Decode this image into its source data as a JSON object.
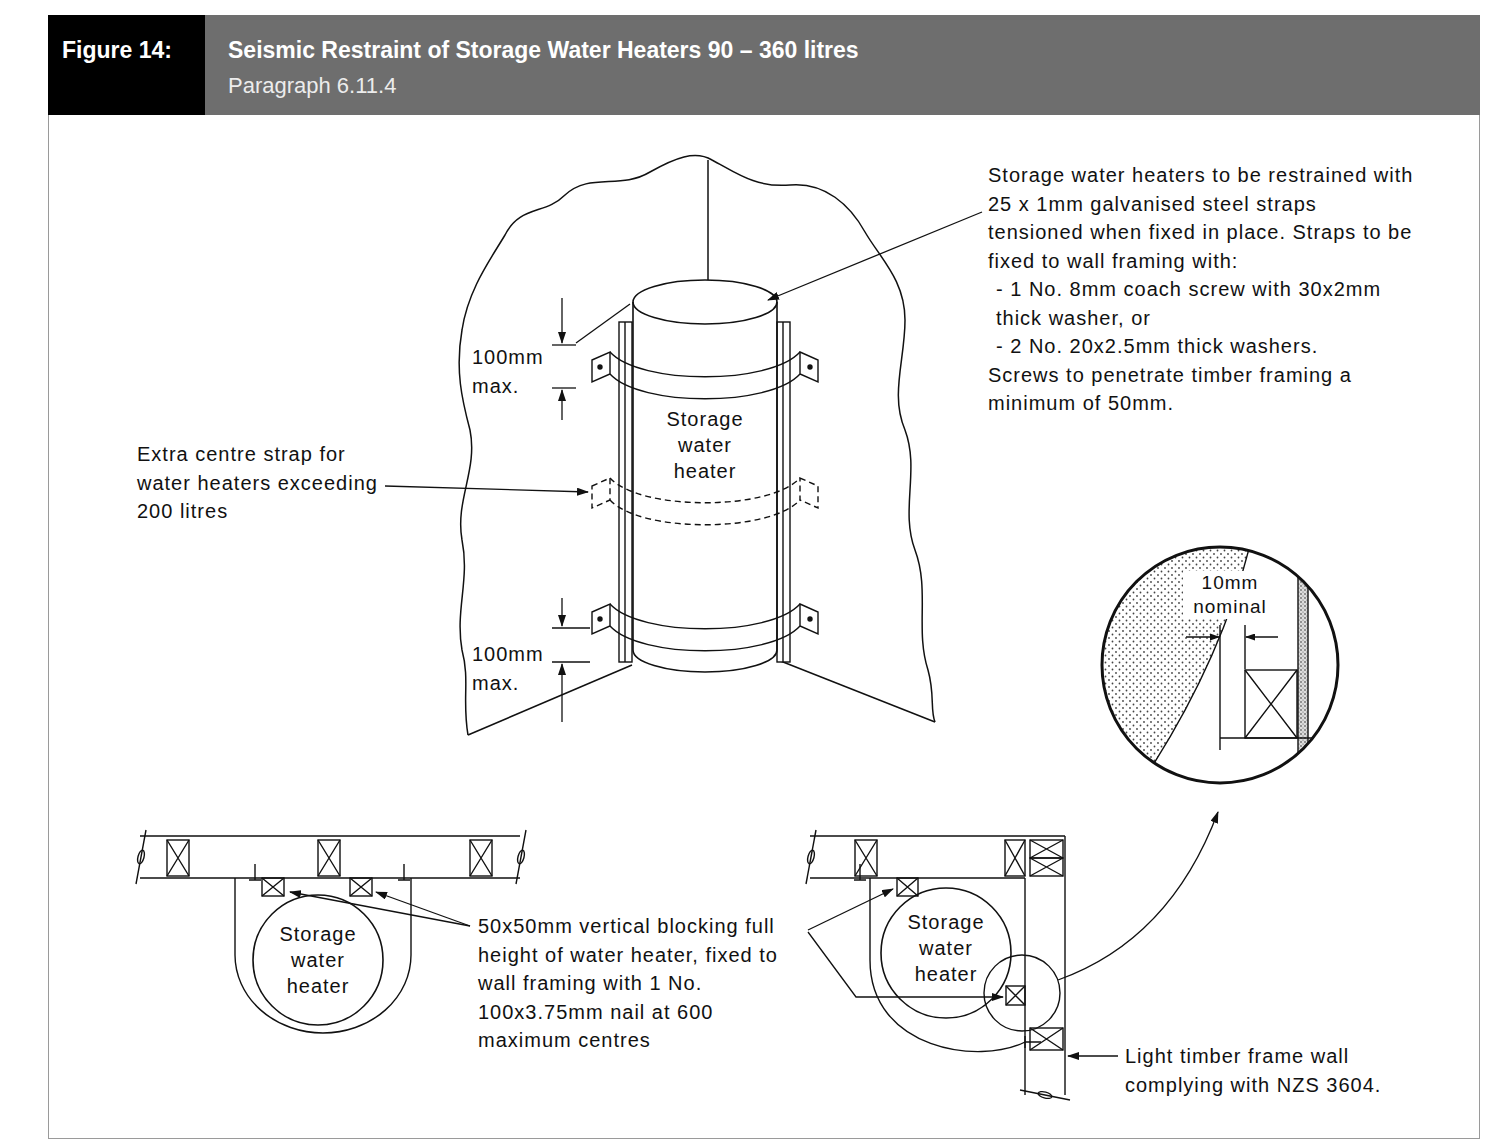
{
  "diagram": {
    "title": "Seismic Restraint of Storage Water Heaters 90 – 360 litres",
    "nodes": [
      {
        "text": [
          "Storage water heater"
        ]
      },
      {
        "text": [
          "Storage water heater"
        ]
      },
      {
        "text": [
          "Storage water heater"
        ]
      },
      {
        "text": [
          "10mm nominal"
        ]
      }
    ],
    "labels": [
      "Figure 14:",
      "Paragraph 6.11.4",
      "Storage water heaters to be restrained with 25 x 1mm galvanised steel straps tensioned when fixed in place. Straps to be fixed to wall framing with:",
      "- 1 No. 8mm coach screw with 30x2mm thick washer, or",
      "- 2 No. 20x2.5mm thick washers.",
      "Screws to penetrate timber framing a minimum of 50mm.",
      "100mm max.",
      "Extra centre strap for water heaters exceeding 200 litres",
      "100mm max.",
      "50x50mm vertical blocking full height of water heater, fixed to wall framing with 1 No. 100x3.75mm nail at 600 maximum centres",
      "Light timber frame wall complying with NZS 3604."
    ]
  }
}
